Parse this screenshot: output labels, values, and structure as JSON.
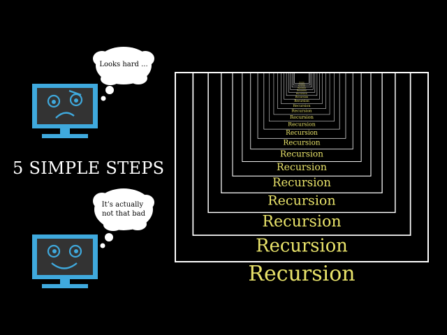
{
  "title": "5 SIMPLE STEPS",
  "top_monitor": {
    "mood": "worried-face-icon",
    "bubble_lines": [
      "Looks hard ..."
    ]
  },
  "bottom_monitor": {
    "mood": "smiling-face-icon",
    "bubble_lines": [
      "It’s actually",
      "not that bad"
    ]
  },
  "recursion": {
    "word": "Recursion",
    "levels": 20
  },
  "colors": {
    "background": "#000000",
    "monitor": "#3fa9dd",
    "screen": "#333333",
    "frame": "#ffffff",
    "recursion_text": "#e9e36a",
    "title_text": "#ffffff"
  }
}
